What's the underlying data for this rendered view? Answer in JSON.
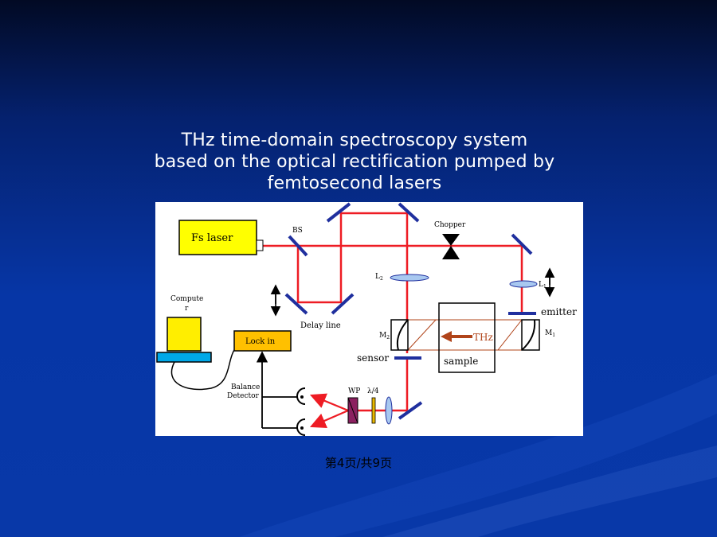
{
  "slide": {
    "title_lines": [
      "THz time-domain spectroscopy system",
      "based on the optical rectification pumped by",
      "femtosecond lasers"
    ],
    "footer": "第4页/共9页"
  },
  "diagram": {
    "labels": {
      "fs_laser": "Fs laser",
      "bs": "BS",
      "chopper": "Chopper",
      "l2": "L",
      "l2_sub": "2",
      "l1": "L",
      "l1_sub": "1",
      "computer_line1": "Compute",
      "computer_line2": "r",
      "delay_line": "Delay line",
      "emitter": "emitter",
      "m2": "M",
      "m2_sub": "2",
      "m1": "M",
      "m1_sub": "1",
      "thz": "THz",
      "lock_in": "Lock in",
      "sensor": "sensor",
      "sample": "sample",
      "balance_line1": "Balance",
      "balance_line2": "Detector",
      "wp": "WP",
      "lambda4": "λ/4"
    },
    "colors": {
      "beam": "#ee1c24",
      "mirror": "#1f2f9e",
      "laser_box": "#ffff00",
      "lockin_box": "#ffc000",
      "thz_arrow": "#b0441a",
      "lens": "#a8c8f0",
      "wp": "#8b2060",
      "lambda_plate": "#e8b800",
      "monitor_screen": "#ffee00",
      "keyboard": "#00a8e8"
    }
  }
}
